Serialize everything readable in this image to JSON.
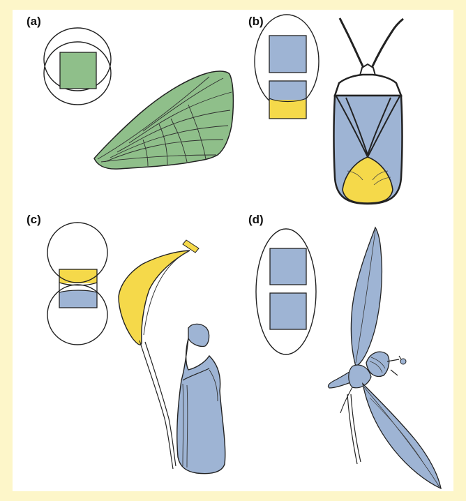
{
  "colors": {
    "background": "#fdf6c9",
    "panel_background": "#ffffff",
    "green": "#8fbf8a",
    "blue": "#9eb4d4",
    "yellow": "#f5d94a",
    "outline": "#222222"
  },
  "panels": [
    {
      "label": "(a)",
      "subject": "butterfly-wing"
    },
    {
      "label": "(b)",
      "subject": "shield-bug"
    },
    {
      "label": "(c)",
      "subject": "pitcher-plant"
    },
    {
      "label": "(d)",
      "subject": "orchid"
    }
  ]
}
